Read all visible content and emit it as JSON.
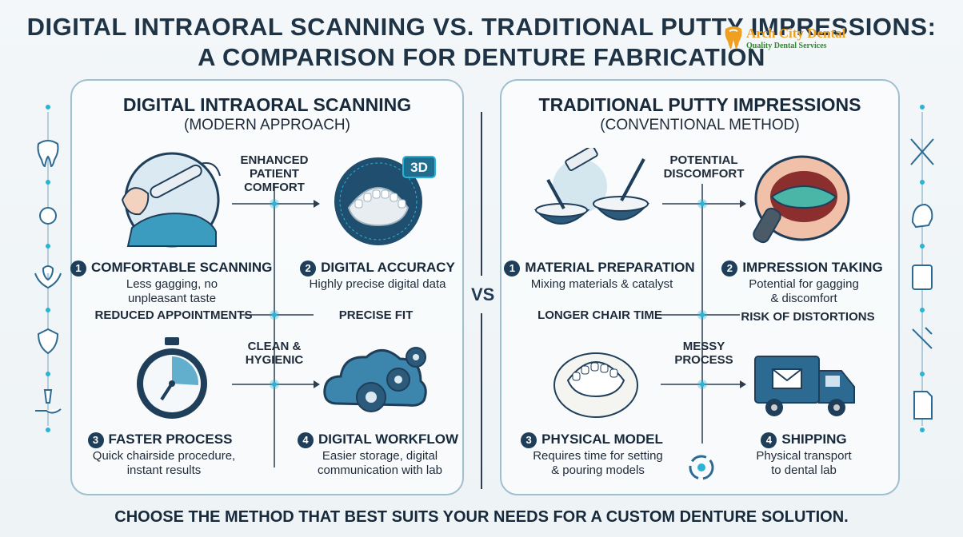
{
  "header": {
    "title_line1": "DIGITAL INTRAORAL SCANNING VS. TRADITIONAL PUTTY IMPRESSIONS:",
    "title_line2": "A COMPARISON FOR DENTURE FABRICATION"
  },
  "logo": {
    "name": "Arch City Dental",
    "tagline": "Quality Dental Services"
  },
  "vs_label": "VS",
  "left_panel": {
    "title": "DIGITAL INTRAORAL SCANNING",
    "subtitle": "(MODERN APPROACH)",
    "badge_3d": "3D",
    "connectors": {
      "top": "ENHANCED PATIENT COMFORT",
      "middle_left": "REDUCED APPOINTMENTS",
      "middle_right": "PRECISE FIT",
      "lower": "CLEAN & HYGIENIC"
    },
    "features": [
      {
        "num": "1",
        "title": "COMFORTABLE SCANNING",
        "desc_line1": "Less gagging, no",
        "desc_line2": "unpleasant taste"
      },
      {
        "num": "2",
        "title": "DIGITAL ACCURACY",
        "desc_line1": "Highly precise digital data",
        "desc_line2": ""
      },
      {
        "num": "3",
        "title": "FASTER PROCESS",
        "desc_line1": "Quick chairside procedure,",
        "desc_line2": "instant results"
      },
      {
        "num": "4",
        "title": "DIGITAL WORKFLOW",
        "desc_line1": "Easier storage, digital",
        "desc_line2": "communication with lab"
      }
    ]
  },
  "right_panel": {
    "title": "TRADITIONAL PUTTY IMPRESSIONS",
    "subtitle": "(CONVENTIONAL METHOD)",
    "connectors": {
      "top": "POTENTIAL DISCOMFORT",
      "middle_left": "LONGER CHAIR TIME",
      "middle_right": "RISK OF DISTORTIONS",
      "lower": "MESSY PROCESS"
    },
    "features": [
      {
        "num": "1",
        "title": "MATERIAL PREPARATION",
        "desc_line1": "Mixing materials & catalyst",
        "desc_line2": ""
      },
      {
        "num": "2",
        "title": "IMPRESSION TAKING",
        "desc_line1": "Potential for gagging",
        "desc_line2": "& discomfort"
      },
      {
        "num": "3",
        "title": "PHYSICAL MODEL",
        "desc_line1": "Requires time for setting",
        "desc_line2": "& pouring models"
      },
      {
        "num": "4",
        "title": "SHIPPING",
        "desc_line1": "Physical transport",
        "desc_line2": "to dental lab"
      }
    ]
  },
  "footer": "CHOOSE THE METHOD THAT BEST SUITS YOUR NEEDS FOR A CUSTOM DENTURE SOLUTION.",
  "icons": {
    "left_sidebar": [
      "tooth-icon",
      "magnifier-network-icon",
      "hands-tooth-icon",
      "shield-check-icon",
      "hand-implant-icon"
    ],
    "right_sidebar": [
      "crossed-tools-icon",
      "head-tooth-icon",
      "clipboard-tooth-icon",
      "broken-tool-icon",
      "document-icon"
    ]
  },
  "colors": {
    "accent": "#2ab3d6",
    "dark": "#1f3e5a",
    "panel_border": "#9fbfcf"
  }
}
